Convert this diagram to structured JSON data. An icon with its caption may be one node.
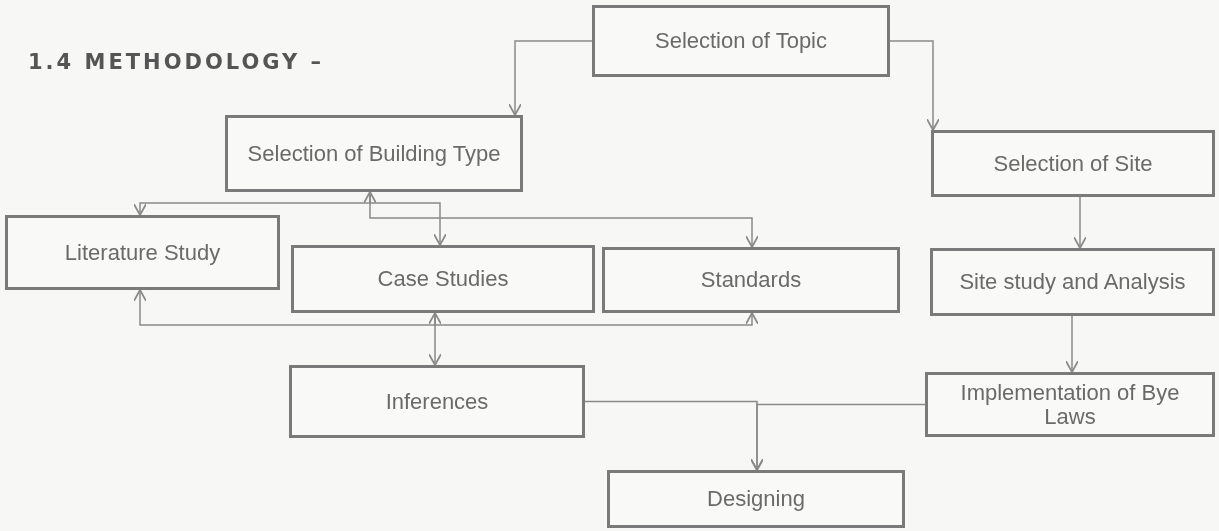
{
  "diagram": {
    "title": "1.4 METHODOLOGY –",
    "nodes": [
      {
        "text": [
          "Selection of Topic"
        ]
      },
      {
        "text": [
          "Selection of Building Type"
        ]
      },
      {
        "text": [
          "Selection of Site"
        ]
      },
      {
        "text": [
          "Literature Study"
        ]
      },
      {
        "text": [
          "Case Studies"
        ]
      },
      {
        "text": [
          "Standards"
        ]
      },
      {
        "text": [
          "Site study and Analysis"
        ]
      },
      {
        "text": [
          "Inferences"
        ]
      },
      {
        "text": [
          "Implementation of Bye Laws"
        ]
      },
      {
        "text": [
          "Designing"
        ]
      }
    ],
    "edges": [
      {
        "from": 0,
        "to": 1,
        "arrow": "to"
      },
      {
        "from": 0,
        "to": 2,
        "arrow": "to"
      },
      {
        "from": 1,
        "to": 3,
        "arrow": "both"
      },
      {
        "from": 1,
        "to": 4,
        "arrow": "to"
      },
      {
        "from": 1,
        "to": 5,
        "arrow": "to"
      },
      {
        "from": 4,
        "to": 3,
        "arrow": "to"
      },
      {
        "from": 4,
        "to": 5,
        "arrow": "to"
      },
      {
        "from": 4,
        "to": 7,
        "arrow": "both"
      },
      {
        "from": 2,
        "to": 6,
        "arrow": "to"
      },
      {
        "from": 6,
        "to": 8,
        "arrow": "to"
      },
      {
        "from": 7,
        "to": 9,
        "arrow": "to"
      },
      {
        "from": 8,
        "to": 9,
        "arrow": "to"
      }
    ]
  }
}
